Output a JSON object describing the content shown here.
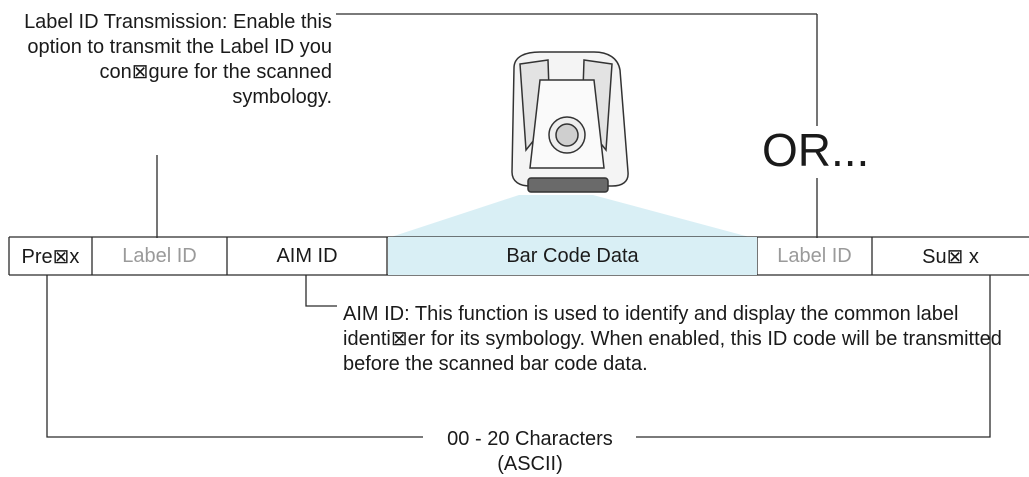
{
  "callouts": {
    "label_id": "Label ID Transmission: Enable this option to transmit the Label ID you con⊠gure for the scanned symbology.",
    "aim_id": "AIM ID: This function is used to identify and display the common label identi⊠er for its symbology. When enabled, this ID code will be transmitted before the scanned bar code data.",
    "or": "OR...",
    "length": "00 - 20 Characters (ASCII)"
  },
  "fields": [
    {
      "label": "Pre⊠x",
      "muted": false,
      "highlight": false
    },
    {
      "label": "Label ID",
      "muted": true,
      "highlight": false
    },
    {
      "label": "AIM ID",
      "muted": false,
      "highlight": false
    },
    {
      "label": "Bar Code Data",
      "muted": false,
      "highlight": true
    },
    {
      "label": "Label ID",
      "muted": true,
      "highlight": false
    },
    {
      "label": "Su⊠ x",
      "muted": false,
      "highlight": false
    }
  ],
  "colors": {
    "beam": "#d9eff5",
    "line": "#2b2b2b",
    "muted_text": "#9a9a9a"
  },
  "icons": {
    "scanner": "barcode-scanner-icon"
  }
}
